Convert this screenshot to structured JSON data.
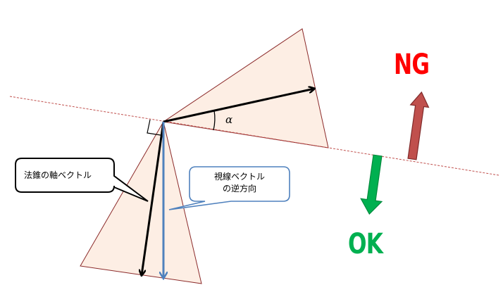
{
  "diagram": {
    "callouts": {
      "cone_axis": {
        "label": "法錐の軸ベクトル"
      },
      "view_reverse": {
        "line1": "視線ベクトル",
        "line2": "の逆方向"
      }
    },
    "angle_label": "α",
    "results": {
      "ng": {
        "label": "NG",
        "color": "#ff0000",
        "arrow_color": "#c0504d"
      },
      "ok": {
        "label": "OK",
        "color": "#00b050",
        "arrow_color": "#00b050"
      }
    },
    "colors": {
      "cone_fill": "#fdeee4",
      "cone_edge": "#8b2a2a",
      "tangent_line": "#c0504d",
      "axis_vector": "#000000",
      "view_vector": "#4f81bd",
      "callout_border_black": "#000000",
      "callout_border_blue": "#4f81bd"
    }
  }
}
